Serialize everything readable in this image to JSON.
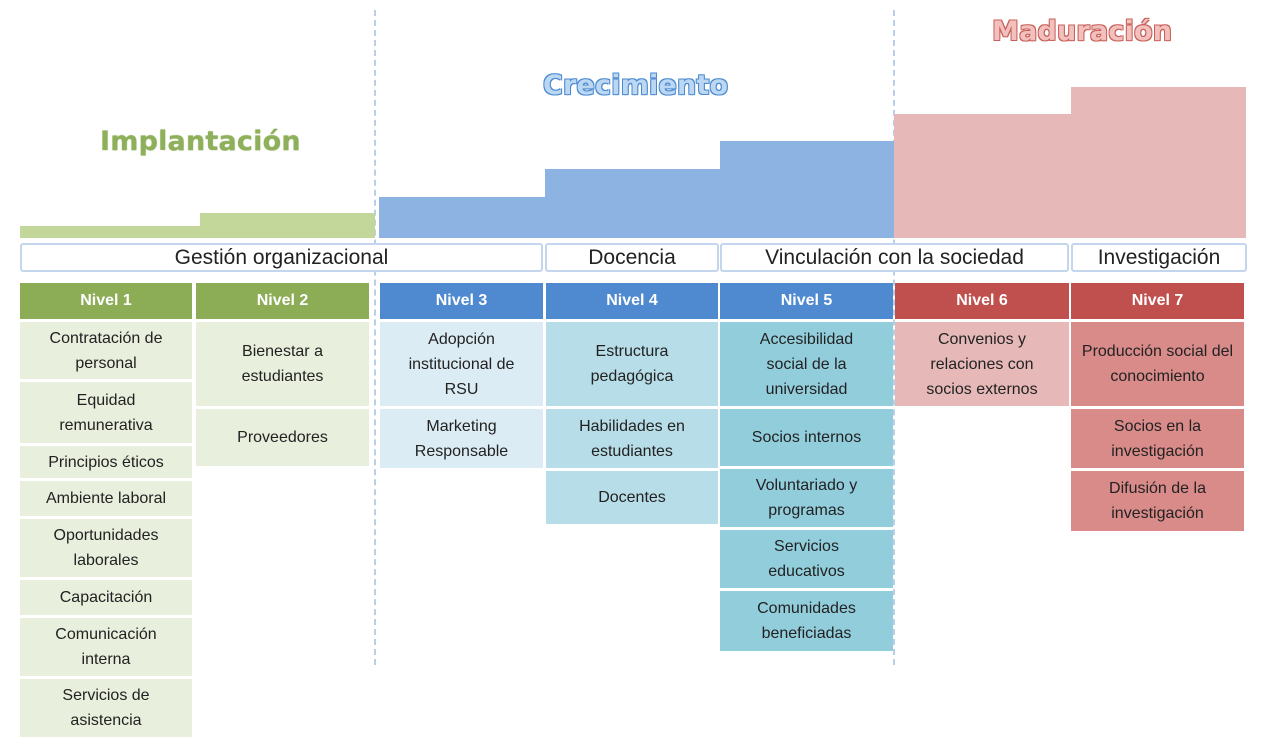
{
  "phases": {
    "implantacion": "Implantación",
    "crecimiento": "Crecimiento",
    "maduracion": "Maduración"
  },
  "categories": {
    "gestion": "Gestión organizacional",
    "docencia": "Docencia",
    "vinculacion": "Vinculación con la sociedad",
    "investigacion": "Investigación"
  },
  "levels": [
    {
      "label": "Nivel 1",
      "color": "#8cac56",
      "items": [
        "Contratación de personal",
        "Equidad remunerativa",
        "Principios éticos",
        "Ambiente laboral",
        "Oportunidades laborales",
        "Capacitación",
        "Comunicación interna",
        "Servicios de asistencia"
      ]
    },
    {
      "label": "Nivel 2",
      "color": "#8cac56",
      "items": [
        "Bienestar a estudiantes",
        "Proveedores"
      ]
    },
    {
      "label": "Nivel 3",
      "color": "#4f8ad0",
      "items": [
        "Adopción institucional de RSU",
        "Marketing Responsable"
      ]
    },
    {
      "label": "Nivel 4",
      "color": "#4f8ad0",
      "items": [
        "Estructura pedagógica",
        "Habilidades en estudiantes",
        "Docentes"
      ]
    },
    {
      "label": "Nivel 5",
      "color": "#4f8ad0",
      "items": [
        "Accesibilidad social de la universidad",
        "Socios internos",
        "Voluntariado y programas",
        "Servicios educativos",
        "Comunidades beneficiadas"
      ]
    },
    {
      "label": "Nivel 6",
      "color": "#c0504d",
      "items": [
        "Convenios y relaciones con socios externos"
      ]
    },
    {
      "label": "Nivel 7",
      "color": "#c0504d",
      "items": [
        "Producción social del conocimiento",
        "Socios en la investigación",
        "Difusión de la investigación"
      ]
    }
  ],
  "colors": {
    "green_step": "#c4d79b",
    "blue_step": "#8db3e2",
    "red_step": "#e6b9b8"
  }
}
